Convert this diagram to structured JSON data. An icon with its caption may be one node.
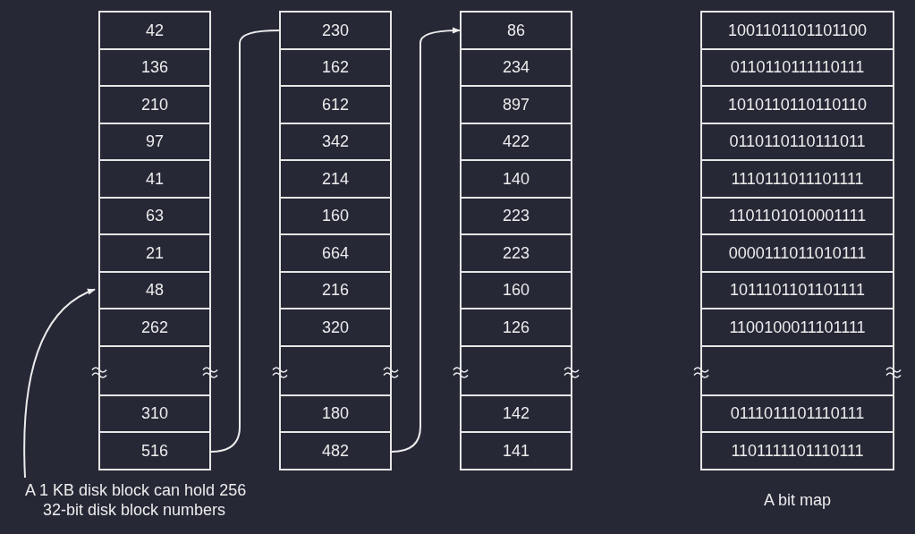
{
  "diagram": {
    "nodes": [
      {
        "text": [],
        "shape": "box"
      },
      {
        "text": [
          "42"
        ],
        "in": 0
      },
      {
        "text": [
          "136"
        ],
        "in": 0
      },
      {
        "text": [
          "210"
        ],
        "in": 0
      },
      {
        "text": [
          "97"
        ],
        "in": 0
      },
      {
        "text": [
          "41"
        ],
        "in": 0
      },
      {
        "text": [
          "63"
        ],
        "in": 0
      },
      {
        "text": [
          "21"
        ],
        "in": 0
      },
      {
        "text": [
          "48"
        ],
        "in": 0
      },
      {
        "text": [
          "262"
        ],
        "in": 0
      },
      {
        "text": [],
        "shape": "box",
        "in": 0
      },
      {
        "text": [
          "310"
        ],
        "in": 0
      },
      {
        "text": [
          "516"
        ],
        "in": 0
      },
      {
        "text": [],
        "shape": "box"
      },
      {
        "text": [
          "230"
        ],
        "in": 13
      },
      {
        "text": [
          "162"
        ],
        "in": 13
      },
      {
        "text": [
          "612"
        ],
        "in": 13
      },
      {
        "text": [
          "342"
        ],
        "in": 13
      },
      {
        "text": [
          "214"
        ],
        "in": 13
      },
      {
        "text": [
          "160"
        ],
        "in": 13
      },
      {
        "text": [
          "664"
        ],
        "in": 13
      },
      {
        "text": [
          "216"
        ],
        "in": 13
      },
      {
        "text": [
          "320"
        ],
        "in": 13
      },
      {
        "text": [],
        "shape": "box",
        "in": 13
      },
      {
        "text": [
          "180"
        ],
        "in": 13
      },
      {
        "text": [
          "482"
        ],
        "in": 13
      },
      {
        "text": [],
        "shape": "box"
      },
      {
        "text": [
          "86"
        ],
        "in": 26
      },
      {
        "text": [
          "234"
        ],
        "in": 26
      },
      {
        "text": [
          "897"
        ],
        "in": 26
      },
      {
        "text": [
          "422"
        ],
        "in": 26
      },
      {
        "text": [
          "140"
        ],
        "in": 26
      },
      {
        "text": [
          "223"
        ],
        "in": 26
      },
      {
        "text": [
          "223"
        ],
        "in": 26
      },
      {
        "text": [
          "160"
        ],
        "in": 26
      },
      {
        "text": [
          "126"
        ],
        "in": 26
      },
      {
        "text": [],
        "shape": "box",
        "in": 26
      },
      {
        "text": [
          "142"
        ],
        "in": 26
      },
      {
        "text": [
          "141"
        ],
        "in": 26
      },
      {
        "text": [],
        "shape": "box"
      },
      {
        "text": [
          "1001101101101100"
        ],
        "in": 39
      },
      {
        "text": [
          "0110110111110111"
        ],
        "in": 39
      },
      {
        "text": [
          "1010110110110110"
        ],
        "in": 39
      },
      {
        "text": [
          "0110110110111011"
        ],
        "in": 39
      },
      {
        "text": [
          "1110111011101111"
        ],
        "in": 39
      },
      {
        "text": [
          "1101101010001111"
        ],
        "in": 39
      },
      {
        "text": [
          "0000111011010111"
        ],
        "in": 39
      },
      {
        "text": [
          "1011101101101111"
        ],
        "in": 39
      },
      {
        "text": [
          "1100100011101111"
        ],
        "in": 39
      },
      {
        "text": [],
        "shape": "box",
        "in": 39
      },
      {
        "text": [
          "0111011101110111"
        ],
        "in": 39
      },
      {
        "text": [
          "1101111101110111"
        ],
        "in": 39
      },
      {
        "text": [
          "A 1 KB disk block can hold 256 32-bit disk block numbers"
        ]
      }
    ],
    "edges": [
      {
        "from": 12,
        "to": 14,
        "arrow": "none"
      },
      {
        "from": 25,
        "to": 27,
        "arrow": "to"
      },
      {
        "from": 52,
        "to": 8,
        "arrow": "to"
      }
    ],
    "labels": [
      "A bit map"
    ]
  }
}
